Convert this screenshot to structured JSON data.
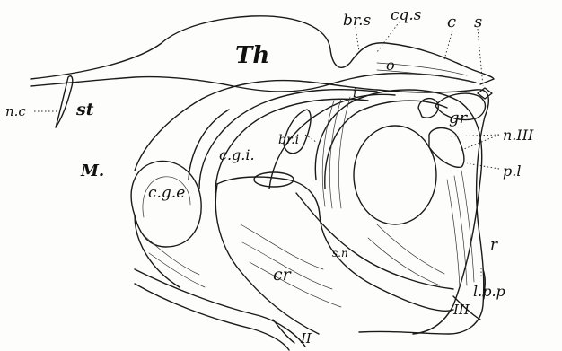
{
  "labels": {
    "th": "Th",
    "br_s": "br.s",
    "cq_s": "cq.s",
    "c": "c",
    "s": "s",
    "o": "o",
    "n_c": "n.c",
    "st": "st",
    "i": "i",
    "gr": "gr",
    "n_iii": "n.III",
    "br_i": "br.i",
    "c_g_i": "c.g.i.",
    "p_l": "p.l",
    "m": "M.",
    "c_g_e": "c.g.e",
    "r": "r",
    "s_n": "s.n",
    "cr": "cr",
    "l_p_p": "l.p.p",
    "iii": "III",
    "ii": "II"
  }
}
